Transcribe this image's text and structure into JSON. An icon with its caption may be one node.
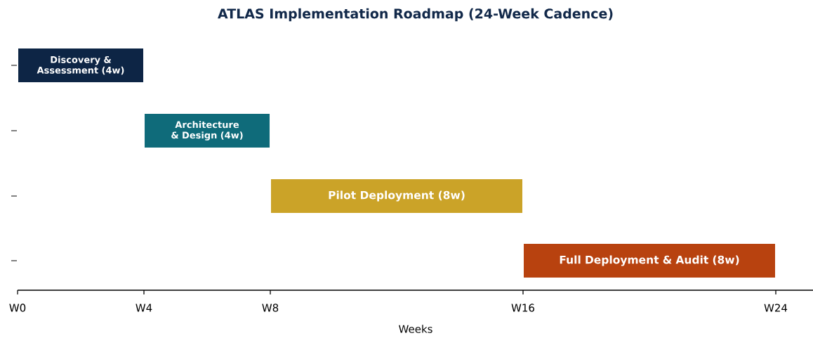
{
  "diagram": {
    "title": "ATLAS Implementation Roadmap (24-Week Cadence)",
    "nodes": [
      {
        "text": [
          "Discovery & Assessment  (4w)"
        ]
      },
      {
        "text": [
          "Architecture & Design  (4w)"
        ]
      },
      {
        "text": [
          "Pilot Deployment  (8w)"
        ]
      },
      {
        "text": [
          "Full Deployment & Audit  (8w)"
        ]
      }
    ],
    "labels": [
      "W0",
      "W4",
      "W8",
      "W16",
      "W24",
      "Weeks"
    ]
  }
}
